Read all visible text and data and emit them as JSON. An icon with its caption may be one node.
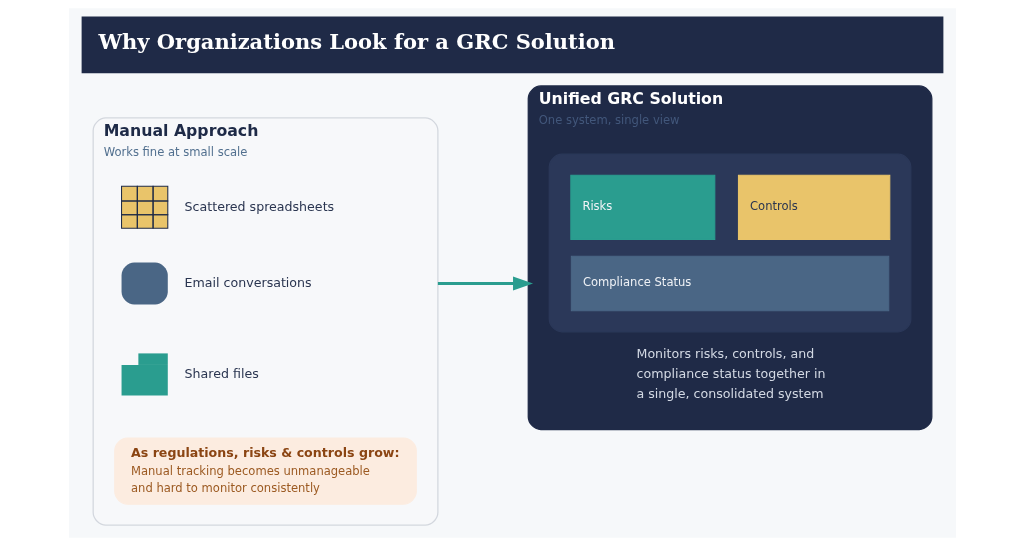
{
  "diagram": {
    "title": "Why Organizations Look for a GRC Solution",
    "nodes": [
      {
        "text": [
          "Manual Approach",
          "Works fine at small scale"
        ]
      },
      {
        "text": [
          "Scattered spreadsheets"
        ],
        "in": 0
      },
      {
        "text": [
          "Email conversations"
        ],
        "in": 0
      },
      {
        "text": [
          "Shared files"
        ],
        "in": 0
      },
      {
        "text": [
          "As regulations, risks & controls grow:",
          "Manual tracking becomes unmanageable and hard to monitor consistently"
        ],
        "in": 0
      },
      {
        "text": [
          "Unified GRC Solution",
          "One system, single view"
        ]
      },
      {
        "text": [],
        "shape": "box",
        "in": 5
      },
      {
        "text": [
          "Risks"
        ],
        "in": 6
      },
      {
        "text": [
          "Controls"
        ],
        "in": 6
      },
      {
        "text": [
          "Compliance Status"
        ],
        "in": 6
      },
      {
        "text": [
          "Monitors risks, controls, and compliance status together in a single, consolidated system"
        ],
        "in": 5
      }
    ],
    "edges": [
      {
        "from": 0,
        "to": 5,
        "arrow": "to",
        "color": "#2a9d8f"
      }
    ]
  }
}
